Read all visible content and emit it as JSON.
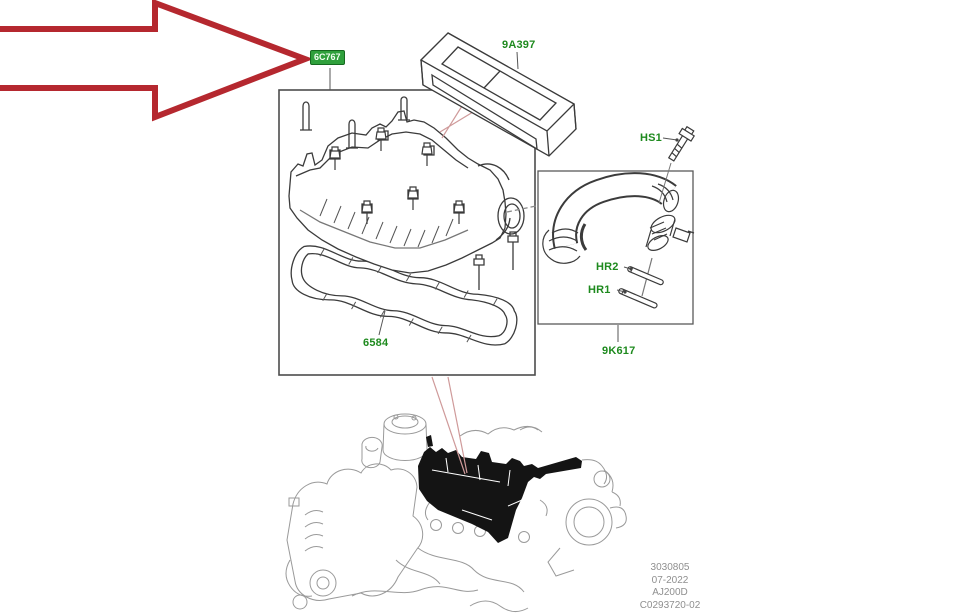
{
  "arrow_callout": {
    "part_no": "6C767"
  },
  "parts": {
    "acoustic_cover": "9A397",
    "gasket": "6584",
    "breather_hose_assembly": "9K617",
    "bolt": "HS1",
    "clamp_upper": "HR2",
    "clamp_lower": "HR1"
  },
  "footer": {
    "lines": [
      "3030805",
      "07-2022",
      "AJ200D",
      "C0293720-02"
    ]
  },
  "colors": {
    "arrow_red": "#b5282f",
    "callout_green": "#1e8a1e",
    "highlight_bg": "#2fa03c",
    "highlight_border": "#15691f",
    "line_dark": "#3b3b3b",
    "line_light": "#9a9a9a",
    "leader_pink": "#cf9a9a",
    "highlight_black": "#141414"
  }
}
